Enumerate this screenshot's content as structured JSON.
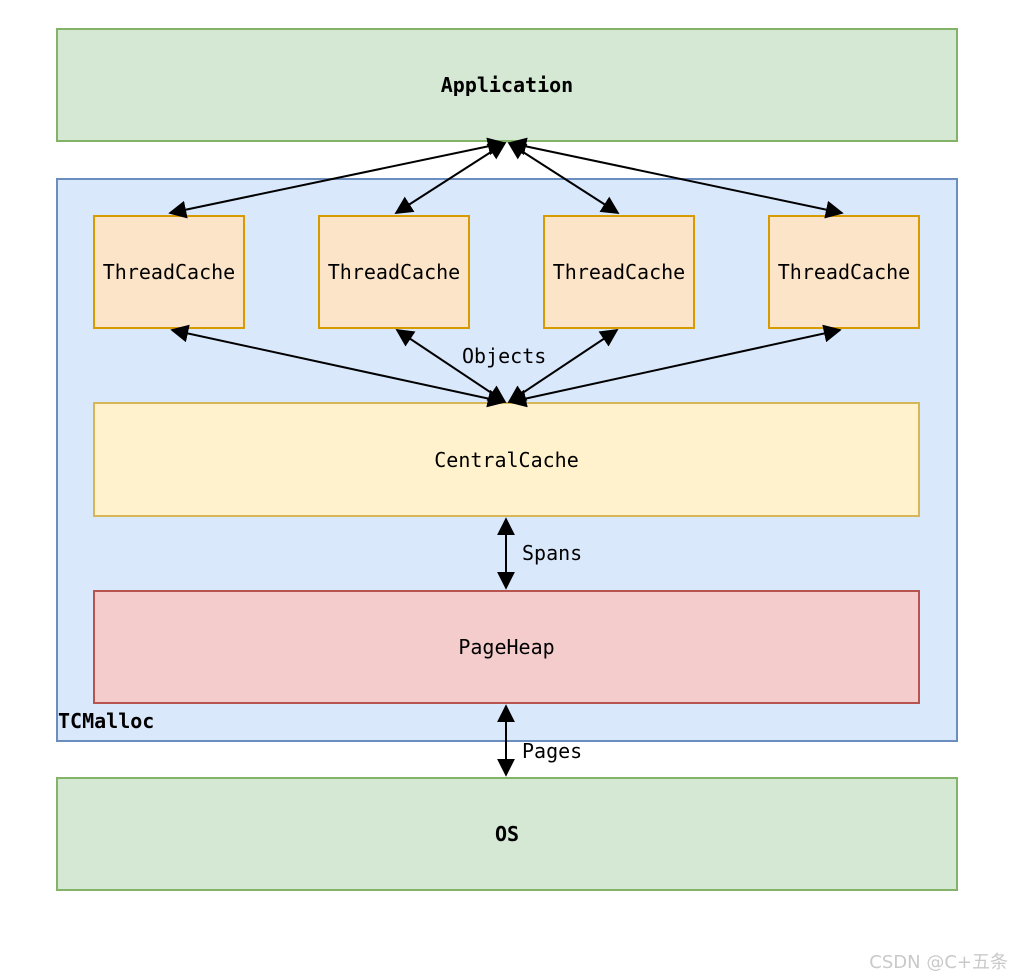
{
  "nodes": {
    "application": "Application",
    "tcmalloc": "TCMalloc",
    "thread_caches": [
      "ThreadCache",
      "ThreadCache",
      "ThreadCache",
      "ThreadCache"
    ],
    "central_cache": "CentralCache",
    "page_heap": "PageHeap",
    "os": "OS"
  },
  "edge_labels": {
    "objects": "Objects",
    "spans": "Spans",
    "pages": "Pages"
  },
  "watermark": "CSDN @C+五条",
  "colors": {
    "green_fill": "#d5e8d4",
    "green_stroke": "#82b366",
    "blue_fill": "#dae8fc",
    "blue_stroke": "#6c8ebf",
    "orange_fill": "#fce4c8",
    "orange_stroke": "#d79b00",
    "yellow_fill": "#fff2cc",
    "yellow_stroke": "#d6b656",
    "red_fill": "#f4cccc",
    "red_stroke": "#b85450"
  }
}
